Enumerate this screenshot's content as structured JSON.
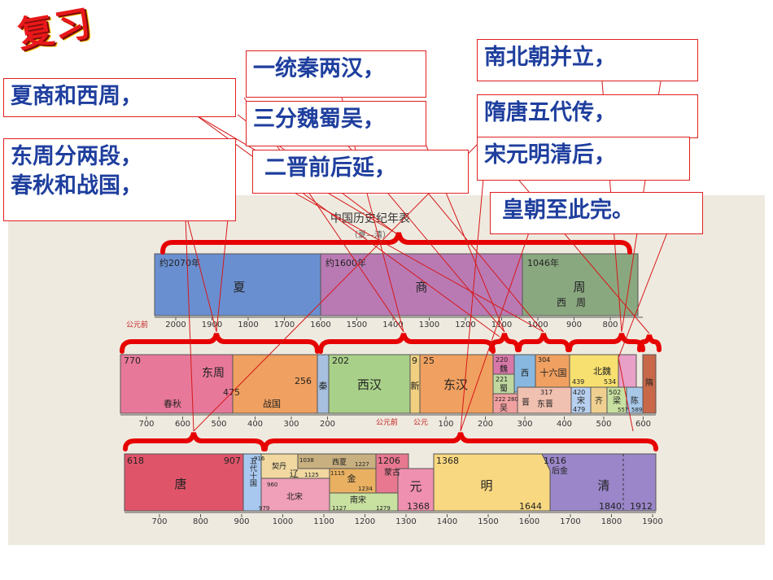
{
  "header": {
    "title": "复习"
  },
  "verses": [
    {
      "id": "v1",
      "text": "夏商和西周，"
    },
    {
      "id": "v2",
      "text": "东周分两段，"
    },
    {
      "id": "v2b",
      "text": "春秋和战国，"
    },
    {
      "id": "v3",
      "text": "一统秦两汉，"
    },
    {
      "id": "v4",
      "text": "三分魏蜀吴，"
    },
    {
      "id": "v5",
      "text": "二晋前后延，"
    },
    {
      "id": "v6",
      "text": "南北朝并立，"
    },
    {
      "id": "v7",
      "text": "隋唐五代传，"
    },
    {
      "id": "v8",
      "text": "宋元明清后，"
    },
    {
      "id": "v9",
      "text": "皇朝至此完。"
    }
  ],
  "chart": {
    "title": "中国历史纪年表",
    "subtitle": "（夏—清）",
    "bce_label": "公元前",
    "ce_label": "公元",
    "colors": {
      "accent": "#e60000",
      "line": "#d61818",
      "xia": "#6a8fd0",
      "shang": "#b97ab4",
      "zhou": "#8aa880"
    },
    "row1": {
      "axis": [
        "2000",
        "1900",
        "1800",
        "1700",
        "1600",
        "1500",
        "1400",
        "1300",
        "1200",
        "1100",
        "1000",
        "900",
        "800"
      ],
      "blocks": [
        {
          "name": "夏",
          "start_label": "约2070年",
          "color": "#6a8fd0"
        },
        {
          "name": "商",
          "start_label": "约1600年",
          "color": "#b97ab4"
        },
        {
          "name": "周",
          "start_label": "1046年",
          "sub": "西　周",
          "color": "#8aa880"
        }
      ]
    },
    "row2": {
      "axis_bce": [
        "700",
        "600",
        "500",
        "400",
        "300",
        "200"
      ],
      "axis_ce": [
        "100",
        "200",
        "300",
        "400",
        "500",
        "600"
      ],
      "blocks": [
        {
          "name": "东周",
          "start": "770",
          "end": "256",
          "color": "#e8789a"
        },
        {
          "name": "春秋",
          "color": "#e8789a"
        },
        {
          "name": "475",
          "color": "#e8789a"
        },
        {
          "name": "战国",
          "color": "#f0a060"
        },
        {
          "name": "秦",
          "color": "#a8c0e0"
        },
        {
          "name": "西汉",
          "start": "202",
          "color": "#a8d088"
        },
        {
          "name": "9",
          "color": "#f0d080"
        },
        {
          "name": "新",
          "color": "#f0d080"
        },
        {
          "name": "25",
          "color": "#f0a060"
        },
        {
          "name": "东汉",
          "color": "#f0a060"
        },
        {
          "name": "220",
          "color": "#d878a8"
        },
        {
          "name": "魏",
          "color": "#d878a8"
        },
        {
          "name": "221",
          "color": "#c0d8a0"
        },
        {
          "name": "蜀",
          "color": "#c0d8a0"
        },
        {
          "name": "222 280",
          "color": "#f0a0a0"
        },
        {
          "name": "吴",
          "color": "#f0a0a0"
        },
        {
          "name": "西",
          "color": "#88b8e0"
        },
        {
          "name": "晋",
          "color": "#d8a0c8"
        },
        {
          "name": "304",
          "color": "#f0a060"
        },
        {
          "name": "十六国",
          "color": "#f0a060"
        },
        {
          "name": "439",
          "color": "#f0a060"
        },
        {
          "name": "317",
          "color": "#f0c0b0"
        },
        {
          "name": "东晋",
          "color": "#f0c0b0"
        },
        {
          "name": "北魏",
          "color": "#f8e070"
        },
        {
          "name": "534",
          "color": "#f8e070"
        },
        {
          "name": "420",
          "color": "#b8d0f0"
        },
        {
          "name": "宋",
          "color": "#b8d0f0"
        },
        {
          "name": "479",
          "color": "#b8d0f0"
        },
        {
          "name": "齐",
          "color": "#f0d090"
        },
        {
          "name": "502",
          "color": "#c8e0a0"
        },
        {
          "name": "梁",
          "color": "#c8e0a0"
        },
        {
          "name": "557",
          "color": "#e8a0c8"
        },
        {
          "name": "陈",
          "color": "#a8c8e8"
        },
        {
          "name": "589",
          "color": "#a8c8e8"
        },
        {
          "name": "隋",
          "color": "#c86848"
        }
      ]
    },
    "row3": {
      "axis": [
        "700",
        "800",
        "900",
        "1000",
        "1100",
        "1200",
        "1300",
        "1400",
        "1500",
        "1600",
        "1700",
        "1800",
        "1900"
      ],
      "blocks": [
        {
          "name": "唐",
          "start": "618",
          "end": "907",
          "color": "#e0546a"
        },
        {
          "name": "五代十国",
          "color": "#a8c8f0"
        },
        {
          "name": "916",
          "color": "#f0d8a0"
        },
        {
          "name": "契丹",
          "color": "#f0d8a0"
        },
        {
          "name": "辽",
          "color": "#f0d8a0"
        },
        {
          "name": "1125",
          "color": "#f0d8a0"
        },
        {
          "name": "960",
          "color": "#f0a0b8"
        },
        {
          "name": "北宋",
          "color": "#f0a0b8"
        },
        {
          "name": "1038",
          "color": "#c8b080"
        },
        {
          "name": "西夏",
          "color": "#c8b080"
        },
        {
          "name": "1227",
          "color": "#c8b080"
        },
        {
          "name": "1115",
          "color": "#e8b060"
        },
        {
          "name": "金",
          "color": "#e8b060"
        },
        {
          "name": "1234",
          "color": "#e8b060"
        },
        {
          "name": "南宋",
          "color": "#c8e0a0"
        },
        {
          "name": "1127",
          "color": "#c8e0a0"
        },
        {
          "name": "1279",
          "color": "#c8e0a0"
        },
        {
          "name": "979",
          "color": "#f0a0b8"
        },
        {
          "name": "1206",
          "color": "#e87890"
        },
        {
          "name": "蒙古",
          "color": "#e87890"
        },
        {
          "name": "元",
          "color": "#f090b0"
        },
        {
          "name": "1368",
          "color": "#f090b0"
        },
        {
          "name": "明",
          "start": "1368",
          "end": "1644",
          "color": "#f8d880"
        },
        {
          "name": "清",
          "start": "1616",
          "end": "1912",
          "color": "#9a86c8"
        },
        {
          "name": "后金",
          "color": "#9a86c8"
        },
        {
          "name": "1840",
          "color": "#9a86c8"
        }
      ]
    }
  }
}
